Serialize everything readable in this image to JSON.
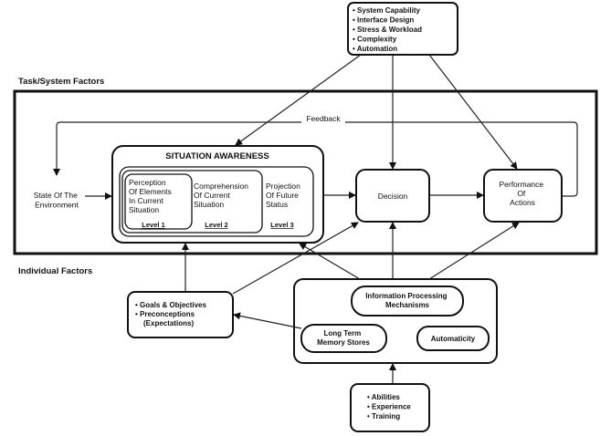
{
  "section_labels": {
    "task_system": "Task/System Factors",
    "individual": "Individual Factors"
  },
  "system_factors": [
    "System Capability",
    "Interface Design",
    "Stress & Workload",
    "Complexity",
    "Automation"
  ],
  "feedback_label": "Feedback",
  "environment": [
    "State Of The",
    "Environment"
  ],
  "situation_awareness": {
    "title": "SITUATION AWARENESS",
    "level1": {
      "text": [
        "Perception",
        "Of Elements",
        "In Current",
        "Situation"
      ],
      "label": "Level 1"
    },
    "level2": {
      "text": [
        "Comprehension",
        "Of Current",
        "Situation"
      ],
      "label": "Level 2"
    },
    "level3": {
      "text": [
        "Projection",
        "Of Future",
        "Status"
      ],
      "label": "Level 3"
    }
  },
  "decision": "Decision",
  "performance": [
    "Performance",
    "Of",
    "Actions"
  ],
  "goals": [
    "Goals & Objectives",
    "Preconceptions",
    "(Expectations)"
  ],
  "info_processing": [
    "Information Processing",
    "Mechanisms"
  ],
  "long_term_memory": [
    "Long Term",
    "Memory Stores"
  ],
  "automaticity": "Automaticity",
  "abilities": [
    "Abilities",
    "Experience",
    "Training"
  ]
}
